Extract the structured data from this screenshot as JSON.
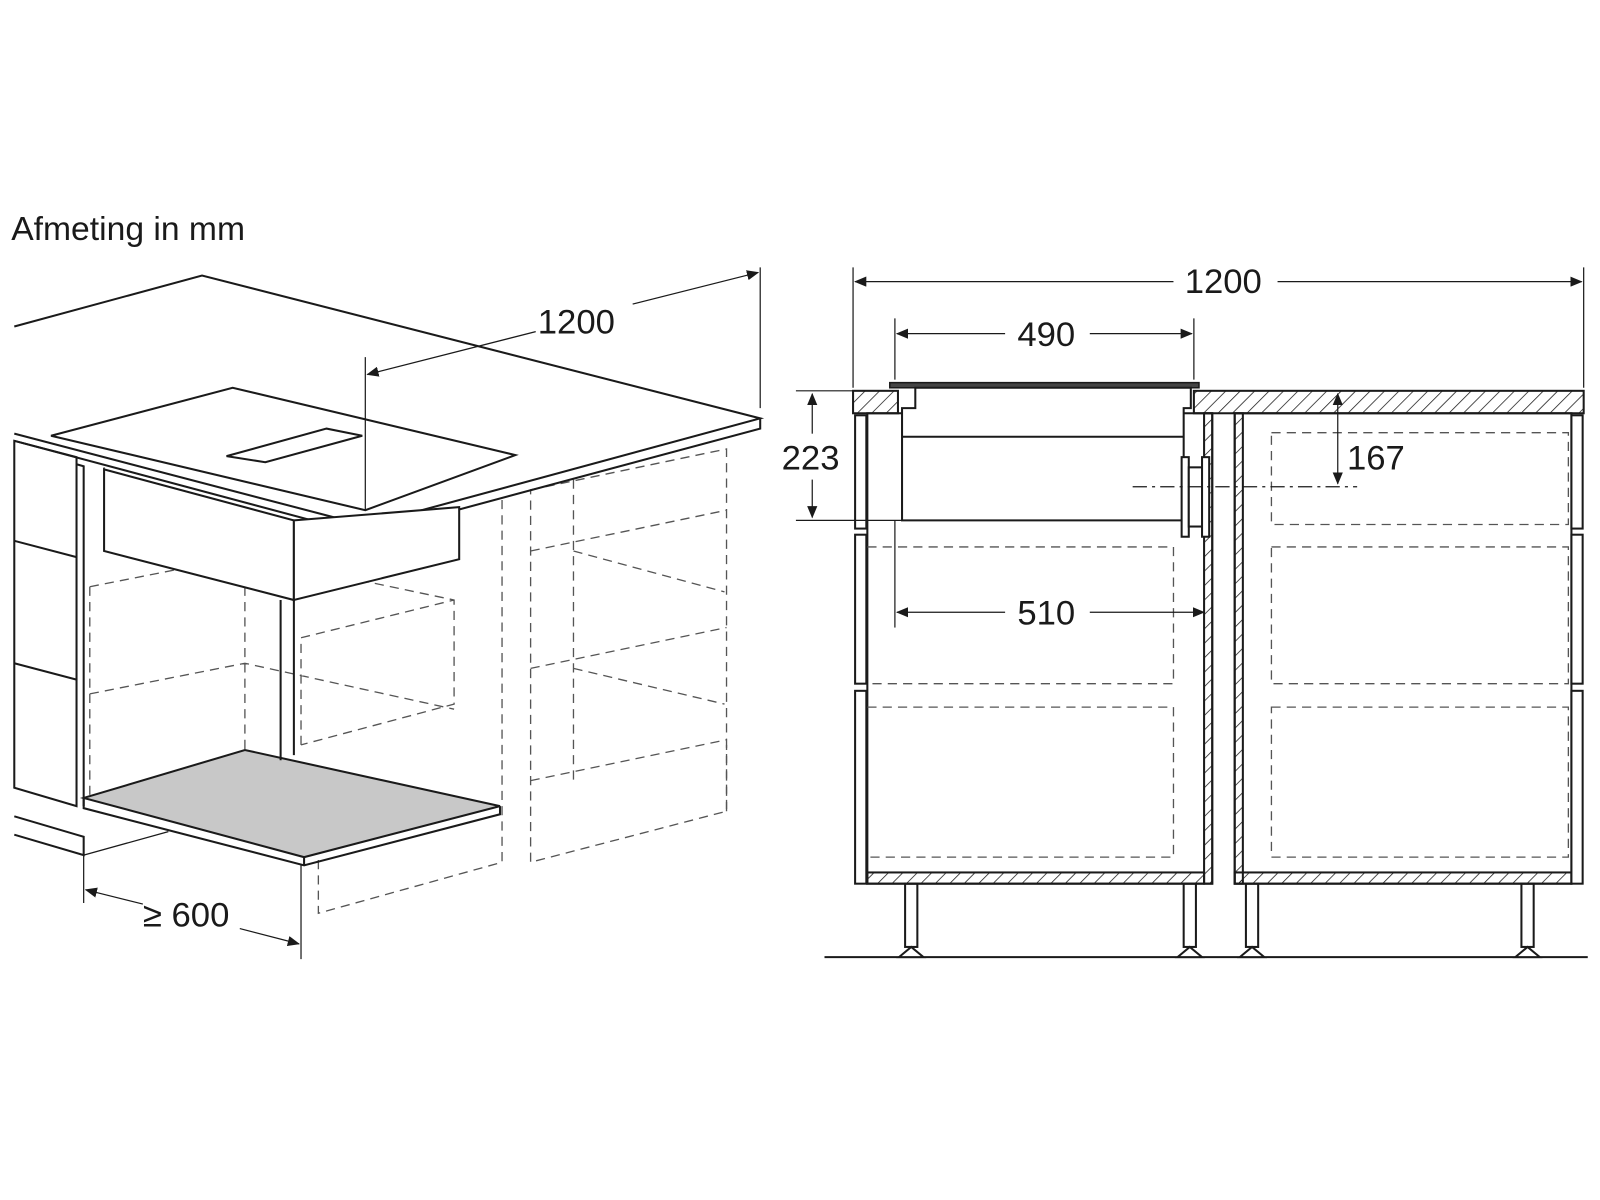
{
  "title": "Afmeting in mm",
  "left_view": {
    "dim_width": "1200",
    "dim_depth": "≥ 600"
  },
  "right_view": {
    "dim_total_width": "1200",
    "dim_hob_width": "490",
    "dim_height": "223",
    "dim_outlet": "167",
    "dim_depth": "510"
  },
  "colors": {
    "line": "#1a1a1a",
    "plate": "#c8c8c8"
  }
}
